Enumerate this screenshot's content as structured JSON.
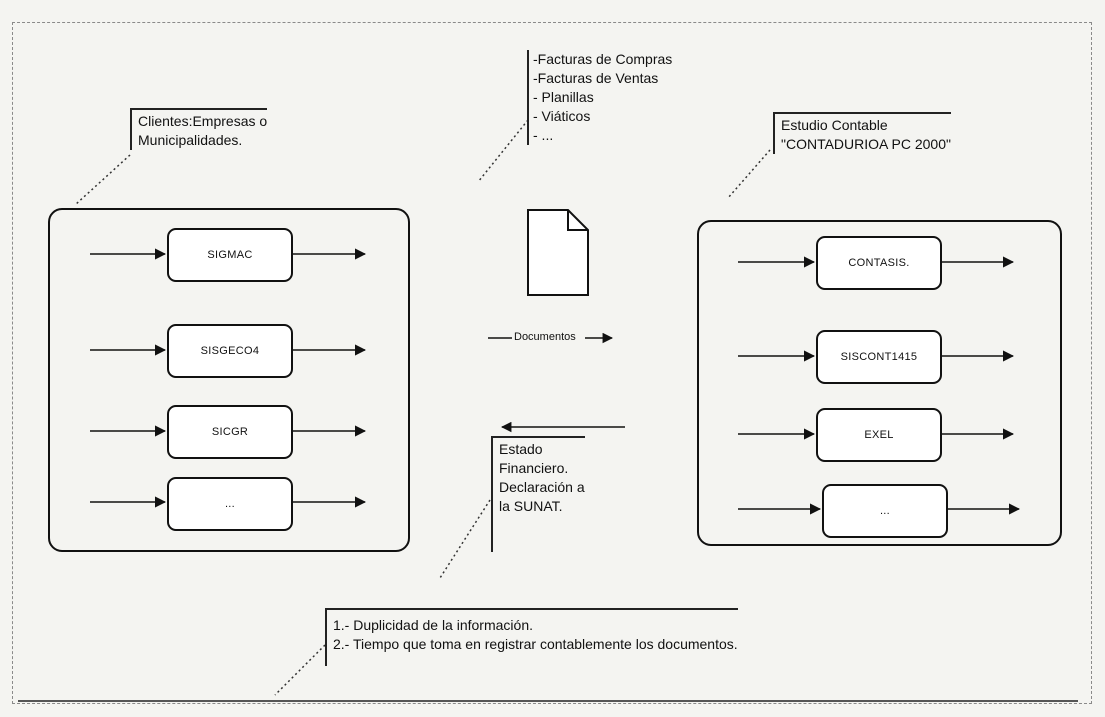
{
  "clients_note": {
    "lines": [
      "Clientes:Empresas o",
      "Municipalidades."
    ]
  },
  "documents_note": {
    "lines": [
      "-Facturas de Compras",
      "-Facturas de Ventas",
      "- Planillas",
      "- Viáticos",
      "- ..."
    ]
  },
  "studio_note": {
    "lines": [
      "Estudio Contable",
      "\"CONTADURIOA PC 2000\""
    ]
  },
  "left_systems": [
    "SIGMAC",
    "SISGECO4",
    "SICGR",
    "..."
  ],
  "right_systems": [
    "CONTASIS.",
    "SISCONT1415",
    "EXEL",
    "..."
  ],
  "flow_label": "Documentos",
  "return_note": {
    "lines": [
      "Estado",
      "Financiero.",
      "Declaración a",
      "la SUNAT."
    ]
  },
  "problems_note": {
    "lines": [
      "1.- Duplicidad de la información.",
      "2.- Tiempo  que toma en registrar contablemente los documentos."
    ]
  },
  "icons": {
    "document": "document-icon"
  }
}
